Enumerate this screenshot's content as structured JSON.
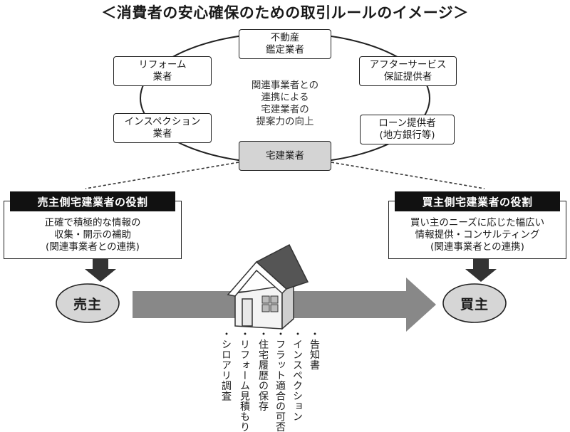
{
  "title": "＜消費者の安心確保のための取引ルールのイメージ＞",
  "center_text": [
    "関連事業者との",
    "連携による",
    "宅建業者の",
    "提案力の向上"
  ],
  "nodes": {
    "appraiser": [
      "不動産",
      "鑑定業者"
    ],
    "reform": [
      "リフォーム",
      "業者"
    ],
    "after_service": [
      "アフターサービス",
      "保証提供者"
    ],
    "inspection": [
      "インスペクション",
      "業者"
    ],
    "loan": [
      "ローン提供者",
      "(地方銀行等)"
    ],
    "broker": [
      "宅建業者"
    ]
  },
  "seller_role": {
    "heading": "売主側宅建業者の役割",
    "body": [
      "正確で積極的な情報の",
      "収集・開示の補助",
      "(関連事業者との連携)"
    ]
  },
  "buyer_role": {
    "heading": "買主側宅建業者の役割",
    "body": [
      "買い主のニーズに応じた幅広い",
      "情報提供・コンサルティング",
      "(関連事業者との連携)"
    ]
  },
  "parties": {
    "seller": "売主",
    "buyer": "買主"
  },
  "information_items": [
    "・告知書",
    "・インスペクション",
    "・フラット適合の可否",
    "・住宅履歴の保存",
    "・リフォーム見積もり",
    "・シロアリ調査"
  ],
  "colors": {
    "center_node_fill": "#d4d4d4",
    "arrow_fill": "#888888",
    "party_fill": "#d6d6d6",
    "heading_fill": "#111111"
  }
}
